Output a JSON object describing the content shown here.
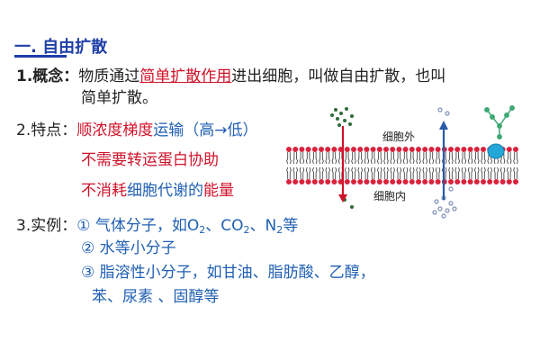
{
  "section": {
    "title": "一. 自由扩散"
  },
  "concept": {
    "label": "1.概念：",
    "prefix": "物质通过",
    "highlight": "简单扩散作用",
    "suffix": "进出细胞，叫做自由扩散，也叫",
    "line2": "简单扩散。"
  },
  "features": {
    "label": "2.特点：",
    "f1_part1": "顺浓度梯度",
    "f1_part2": "运输（高→低）",
    "f2": "不需要转运蛋白协助",
    "f3_part1": "不消耗",
    "f3_part2": "细胞代谢的",
    "f3_part3": "能量"
  },
  "examples": {
    "label": "3.实例：",
    "e1_a": "① 气体分子，如O",
    "e1_sub1": "2",
    "e1_b": "、CO",
    "e1_sub2": "2",
    "e1_c": "、N",
    "e1_sub3": "2",
    "e1_d": "等",
    "e2": "② 水等小分子",
    "e3": "③ 脂溶性小分子，如甘油、脂肪酸、乙醇，",
    "e3_cont": "苯、尿素 、固醇等"
  },
  "diagram": {
    "outside_label": "细胞外",
    "inside_label": "细胞内",
    "colors": {
      "membrane_head": "#d9233d",
      "protein": "#23a7d9",
      "dots_dark": "#2f6b3a",
      "dots_blue": "#7f8fb8",
      "ligand": "#3fa874"
    }
  }
}
